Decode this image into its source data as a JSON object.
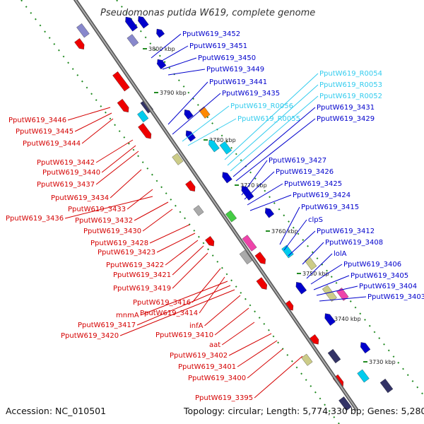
{
  "title": "Pseudomonas putida W619, complete genome",
  "accession": "Accession: NC_010501",
  "topology": "Topology: circular; Length: 5,774,330 bp; Genes: 5,280",
  "colors": {
    "minus_label": "#d40000",
    "plus_label": "#0000cc",
    "rna_label": "#33ccee",
    "backbone": "#888888",
    "ruler": "#228b22"
  },
  "ticks": [
    "3800 kbp",
    "3790 kbp",
    "3780 kbp",
    "3770 kbp",
    "3760 kbp",
    "3750 kbp",
    "3740 kbp",
    "3730 kbp"
  ],
  "right_labels": [
    {
      "text": "PputW619_3452",
      "kind": "plus"
    },
    {
      "text": "PputW619_3451",
      "kind": "plus"
    },
    {
      "text": "PputW619_3450",
      "kind": "plus"
    },
    {
      "text": "PputW619_3449",
      "kind": "plus"
    },
    {
      "text": "PputW619_3441",
      "kind": "plus"
    },
    {
      "text": "PputW619_3435",
      "kind": "plus"
    },
    {
      "text": "PputW619_R0054",
      "kind": "rna"
    },
    {
      "text": "PputW619_R0053",
      "kind": "rna"
    },
    {
      "text": "PputW619_R0052",
      "kind": "rna"
    },
    {
      "text": "PputW619_R0056",
      "kind": "rna"
    },
    {
      "text": "PputW619_R0055",
      "kind": "rna"
    },
    {
      "text": "PputW619_3431",
      "kind": "plus"
    },
    {
      "text": "PputW619_3429",
      "kind": "plus"
    },
    {
      "text": "PputW619_3427",
      "kind": "plus"
    },
    {
      "text": "PputW619_3426",
      "kind": "plus"
    },
    {
      "text": "PputW619_3425",
      "kind": "plus"
    },
    {
      "text": "PputW619_3424",
      "kind": "plus"
    },
    {
      "text": "PputW619_3415",
      "kind": "plus"
    },
    {
      "text": "clpS",
      "kind": "plus"
    },
    {
      "text": "PputW619_3412",
      "kind": "plus"
    },
    {
      "text": "PputW619_3408",
      "kind": "plus"
    },
    {
      "text": "lolA",
      "kind": "plus"
    },
    {
      "text": "PputW619_3406",
      "kind": "plus"
    },
    {
      "text": "PputW619_3405",
      "kind": "plus"
    },
    {
      "text": "PputW619_3404",
      "kind": "plus"
    },
    {
      "text": "PputW619_3403",
      "kind": "plus"
    }
  ],
  "left_labels": [
    {
      "text": "PputW619_3446"
    },
    {
      "text": "PputW619_3445"
    },
    {
      "text": "PputW619_3444"
    },
    {
      "text": "PputW619_3442"
    },
    {
      "text": "PputW619_3440"
    },
    {
      "text": "PputW619_3437"
    },
    {
      "text": "PputW619_3434"
    },
    {
      "text": "PputW619_3433"
    },
    {
      "text": "PputW619_3436"
    },
    {
      "text": "PputW619_3432"
    },
    {
      "text": "PputW619_3430"
    },
    {
      "text": "PputW619_3428"
    },
    {
      "text": "PputW619_3423"
    },
    {
      "text": "PputW619_3422"
    },
    {
      "text": "PputW619_3421"
    },
    {
      "text": "PputW619_3419"
    },
    {
      "text": "PputW619_3416"
    },
    {
      "text": "PputW619_3414"
    },
    {
      "text": "mnmA"
    },
    {
      "text": "PputW619_3417"
    },
    {
      "text": "PputW619_3420"
    },
    {
      "text": "infA"
    },
    {
      "text": "PputW619_3410"
    },
    {
      "text": "aat"
    },
    {
      "text": "PputW619_3402"
    },
    {
      "text": "PputW619_3401"
    },
    {
      "text": "PputW619_3400"
    },
    {
      "text": "PputW619_3395"
    }
  ]
}
